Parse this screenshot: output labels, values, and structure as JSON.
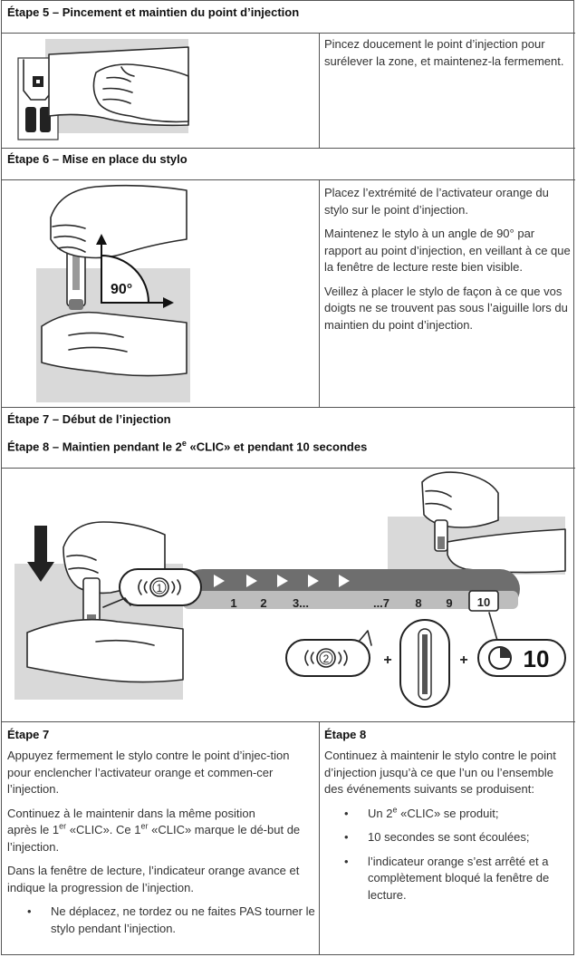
{
  "step5": {
    "title": "Étape 5 – Pincement et maintien du point d’injection",
    "text": "Pincez doucement le point d’injection pour surélever la zone, et maintenez-la fermement."
  },
  "step6": {
    "title": "Étape 6 – Mise en place du stylo",
    "paragraphs": [
      "Placez l’extrémité de l’activateur orange du stylo sur le point d’injection.",
      "Maintenez le stylo à un angle de 90° par rapport au point d’injection, en veillant à ce que la fenêtre de lecture reste bien visible.",
      "Veillez à placer le stylo de façon à ce que vos doigts ne se trouvent pas sous l’aiguille lors du maintien du point d’injection."
    ],
    "angle_label": "90°"
  },
  "step7_heading": "Étape 7 – Début de l’injection",
  "step8_heading": {
    "pre": "Étape 8 – Maintien pendant le 2",
    "sup": "e",
    "post": " «CLIC» et pendant 10 secondes"
  },
  "timeline": {
    "first_click": "1",
    "ticks": [
      "1",
      "2",
      "3...",
      "...7",
      "8",
      "9",
      "10"
    ],
    "second_click": "2",
    "timer": "10",
    "plus": "+"
  },
  "step7": {
    "title": "Étape 7",
    "p1": "Appuyez fermement le stylo contre le point d’injec-tion pour enclencher l’activateur orange et commen-cer l’injection.",
    "p2_a": "Continuez à le maintenir dans la même position",
    "p2_b": "après le 1",
    "p2_sup1": "er",
    "p2_c": " «CLIC». Ce 1",
    "p2_sup2": "er",
    "p2_d": " «CLIC» marque le dé-but de l’injection.",
    "p3": "Dans la fenêtre de lecture, l’indicateur orange avance et indique la progression de l’injection.",
    "bullet": "Ne déplacez, ne tordez ou ne faites PAS tourner le stylo pendant l’injection."
  },
  "step8": {
    "title": "Étape 8",
    "p1": "Continuez à maintenir le stylo contre le point d’injection jusqu’à ce que l’un ou l’ensemble des événements suivants se produisent:",
    "b1_a": "Un 2",
    "b1_sup": "e",
    "b1_b": " «CLIC» se produit;",
    "b2": "10 secondes se sont écoulées;",
    "b3": "l’indicateur orange s’est arrêté et a complètement bloqué la fenêtre de lecture."
  }
}
